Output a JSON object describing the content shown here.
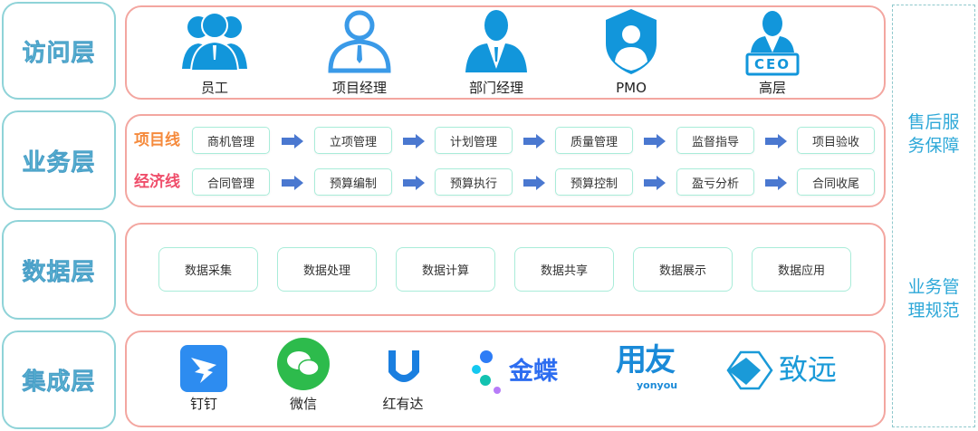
{
  "layers": [
    "访问层",
    "业务层",
    "数据层",
    "集成层"
  ],
  "access": {
    "roles": [
      {
        "label": "员工",
        "icon": "group-users-icon"
      },
      {
        "label": "项目经理",
        "icon": "user-tie-outline-icon"
      },
      {
        "label": "部门经理",
        "icon": "manager-icon"
      },
      {
        "label": "PMO",
        "icon": "shield-user-icon"
      },
      {
        "label": "高层",
        "icon": "ceo-icon"
      }
    ]
  },
  "business": {
    "project_line": {
      "label": "项目线",
      "steps": [
        "商机管理",
        "立项管理",
        "计划管理",
        "质量管理",
        "监督指导",
        "项目验收"
      ]
    },
    "economic_line": {
      "label": "经济线",
      "steps": [
        "合同管理",
        "预算编制",
        "预算执行",
        "预算控制",
        "盈亏分析",
        "合同收尾"
      ]
    }
  },
  "data": {
    "items": [
      "数据采集",
      "数据处理",
      "数据计算",
      "数据共享",
      "数据展示",
      "数据应用"
    ]
  },
  "integration": {
    "items": [
      {
        "label": "钉钉"
      },
      {
        "label": "微信"
      },
      {
        "label": "红有达"
      }
    ],
    "logos": {
      "kingdee": "金蝶",
      "yonyou": "用友",
      "yonyou_sub": "yonyou",
      "seeyon": "致远",
      "ceo_badge": "CEO"
    }
  },
  "side": {
    "top": "售后服务保障",
    "bottom": "业务管理规范"
  },
  "colors": {
    "icon": "#1296db",
    "accent": "#2ea8d8"
  }
}
